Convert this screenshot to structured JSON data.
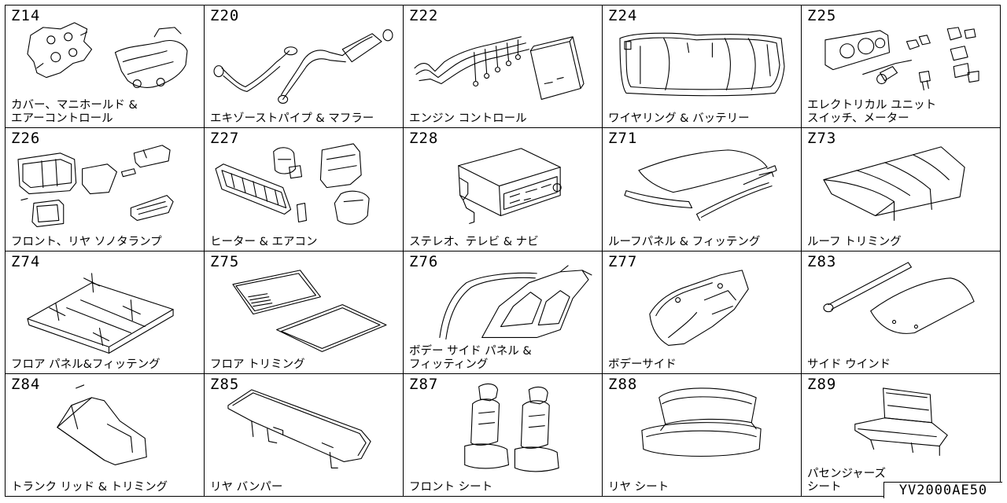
{
  "page_code": "YV2000AE50",
  "cells": [
    {
      "code": "Z14",
      "label": "カバー、マニホールド &\nエアーコントロール",
      "icon": "manifold-icon"
    },
    {
      "code": "Z20",
      "label": "エキゾーストパイプ & マフラー",
      "icon": "exhaust-pipe-icon"
    },
    {
      "code": "Z22",
      "label": "エンジン コントロール",
      "icon": "engine-control-icon"
    },
    {
      "code": "Z24",
      "label": "ワイヤリング & バッテリー",
      "icon": "wiring-icon"
    },
    {
      "code": "Z25",
      "label": "エレクトリカル ユニット\nスイッチ、メーター",
      "icon": "electrical-unit-icon"
    },
    {
      "code": "Z26",
      "label": "フロント、リヤ ソノタランプ",
      "icon": "lamp-icon"
    },
    {
      "code": "Z27",
      "label": "ヒーター & エアコン",
      "icon": "heater-icon"
    },
    {
      "code": "Z28",
      "label": "ステレオ、テレビ & ナビ",
      "icon": "stereo-icon"
    },
    {
      "code": "Z71",
      "label": "ルーフパネル & フィッテング",
      "icon": "roof-panel-icon"
    },
    {
      "code": "Z73",
      "label": "ルーフ トリミング",
      "icon": "roof-trim-icon"
    },
    {
      "code": "Z74",
      "label": "フロア パネル&フィッテング",
      "icon": "floor-panel-icon"
    },
    {
      "code": "Z75",
      "label": "フロア トリミング",
      "icon": "floor-mat-icon"
    },
    {
      "code": "Z76",
      "label": "ボデー サイド パネル &\nフィッティング",
      "icon": "body-side-panel-icon"
    },
    {
      "code": "Z77",
      "label": "ボデーサイド",
      "icon": "body-side-trim-icon"
    },
    {
      "code": "Z83",
      "label": "サイド ウインド",
      "icon": "side-window-icon"
    },
    {
      "code": "Z84",
      "label": "トランク リッド & トリミング",
      "icon": "trunk-lid-icon"
    },
    {
      "code": "Z85",
      "label": "リヤ バンパー",
      "icon": "rear-bumper-icon"
    },
    {
      "code": "Z87",
      "label": "フロント シート",
      "icon": "front-seat-icon"
    },
    {
      "code": "Z88",
      "label": "リヤ シート",
      "icon": "rear-seat-icon"
    },
    {
      "code": "Z89",
      "label": "パセンジャーズ\nシート",
      "icon": "passenger-seat-icon"
    }
  ]
}
